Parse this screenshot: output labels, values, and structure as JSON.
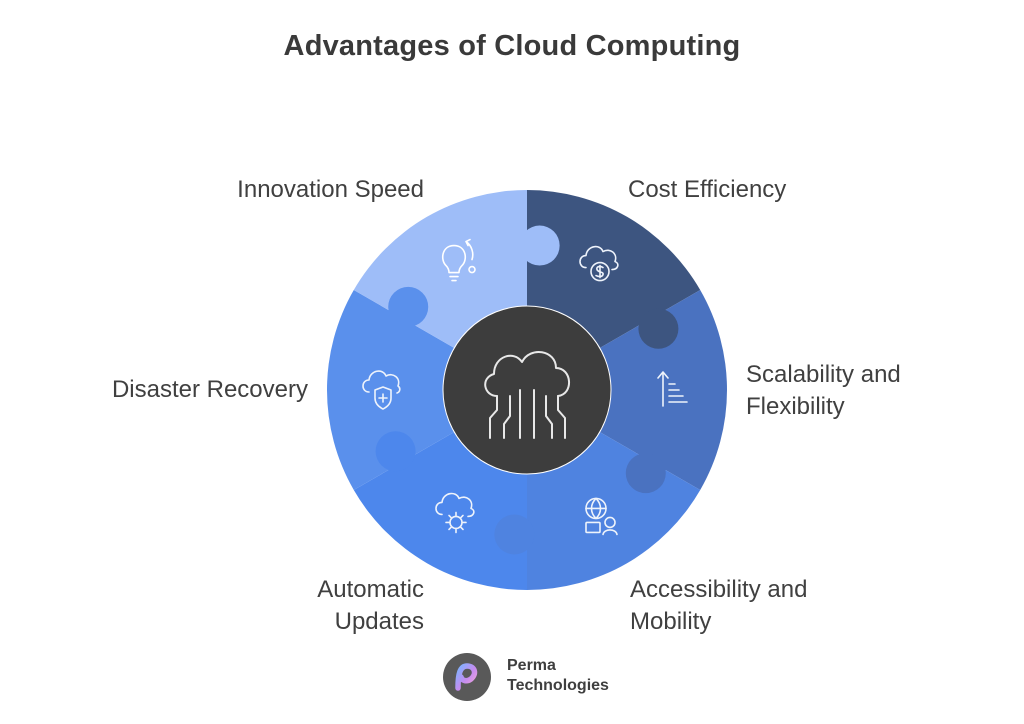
{
  "title": "Advantages of Cloud Computing",
  "center": {
    "icon": "cloud-circuit-icon",
    "color": "#3d3d3d"
  },
  "segments": [
    {
      "id": "cost-efficiency",
      "label_lines": [
        "Cost Efficiency"
      ],
      "icon": "cloud-dollar-icon",
      "color": "#3d5580"
    },
    {
      "id": "scalability",
      "label_lines": [
        "Scalability and",
        "Flexibility"
      ],
      "icon": "scale-up-icon",
      "color": "#4a72c0"
    },
    {
      "id": "accessibility",
      "label_lines": [
        "Accessibility and",
        "Mobility"
      ],
      "icon": "globe-devices-icon",
      "color": "#4f83e0"
    },
    {
      "id": "automatic-updates",
      "label_lines": [
        "Automatic",
        "Updates"
      ],
      "icon": "cloud-gear-icon",
      "color": "#4d87ec"
    },
    {
      "id": "disaster-recovery",
      "label_lines": [
        "Disaster Recovery"
      ],
      "icon": "cloud-shield-icon",
      "color": "#5a90ec"
    },
    {
      "id": "innovation-speed",
      "label_lines": [
        "Innovation Speed"
      ],
      "icon": "lightbulb-icon",
      "color": "#9ebdf8"
    }
  ],
  "brand": {
    "line1": "Perma",
    "line2": "Technologies",
    "icon": "perma-logo-icon"
  }
}
